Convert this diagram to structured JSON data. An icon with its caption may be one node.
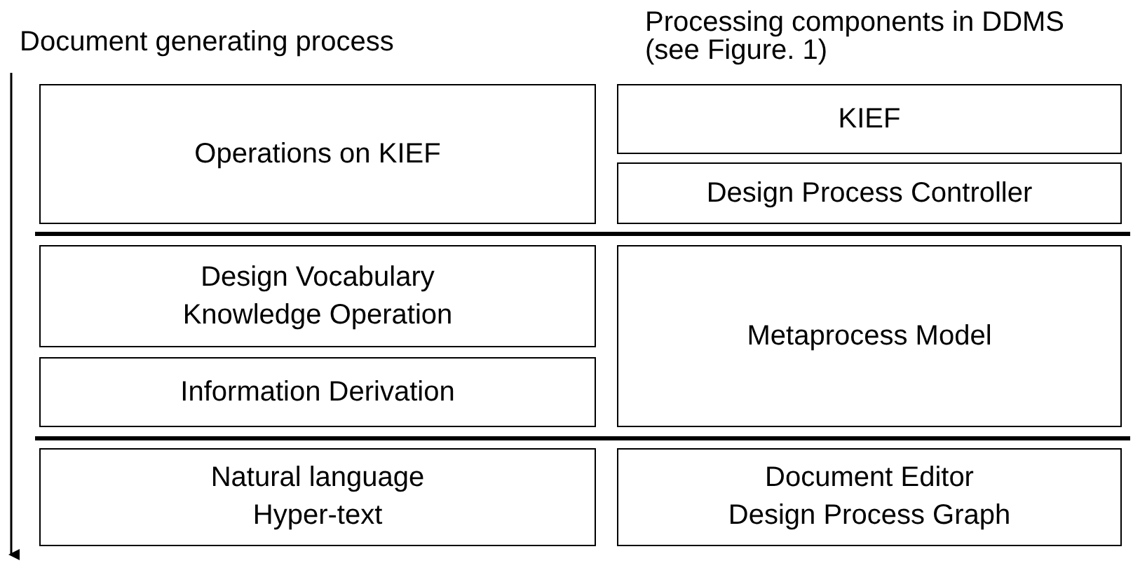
{
  "diagram": {
    "nodes": [
      {
        "text": [
          "Operations on KIEF"
        ]
      },
      {
        "text": [
          "KIEF"
        ]
      },
      {
        "text": [
          "Design Process Controller"
        ]
      },
      {
        "text": [
          "Design Vocabulary Knowledge Operation"
        ]
      },
      {
        "text": [
          "Metaprocess Model"
        ]
      },
      {
        "text": [
          "Information Derivation"
        ]
      },
      {
        "text": [
          "Natural language",
          "Hyper-text"
        ]
      },
      {
        "text": [
          "Document Editor",
          "Design Process Graph"
        ]
      }
    ],
    "edges": [],
    "labels": [
      "Document generating process",
      "Processing components in DDMS (see Figure. 1)"
    ]
  }
}
